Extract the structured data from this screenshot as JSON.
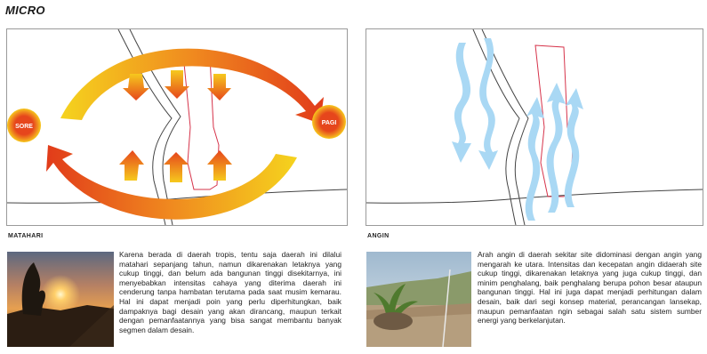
{
  "section_title": "MICRO",
  "left": {
    "label": "MATAHARI",
    "sun_left": "SORE",
    "sun_right": "PAGI",
    "description": "Karena berada di daerah tropis, tentu saja daerah ini dilalui matahari sepanjang tahun, namun dikarenakan letaknya yang cukup tinggi, dan belum ada bangunan tinggi disekitarnya, ini menyebabkan intensitas cahaya yang diterima daerah ini cenderung tanpa hambatan terutama pada saat musim kemarau. Hal ini dapat menjadi poin yang perlu diperhitungkan, baik dampaknya bagi desain yang akan dirancang, maupun terkait dengan pemanfaatannya yang bisa sangat membantu banyak segmen dalam desain."
  },
  "right": {
    "label": "ANGIN",
    "description": "Arah angin di daerah sekitar site didominasi dengan angin yang mengarah ke utara. Intensitas dan kecepatan angin didaerah site cukup tinggi, dikarenakan letaknya yang juga cukup tinggi, dan minim penghalang, baik penghalang berupa pohon besar ataupun bangunan tinggi. Hal ini juga dapat menjadi perhitungan dalam desain, baik dari segi konsep material, perancangan lansekap, maupun pemanfaatan ngin sebagai salah satu sistem sumber energi yang berkelanjutan."
  },
  "colors": {
    "sun_outer": "#f2c418",
    "sun_inner": "#e6461c",
    "arrow_start": "#f5d31e",
    "arrow_end": "#e13b1a",
    "wind": "#a9d8f4",
    "site_boundary": "#d6334a"
  }
}
